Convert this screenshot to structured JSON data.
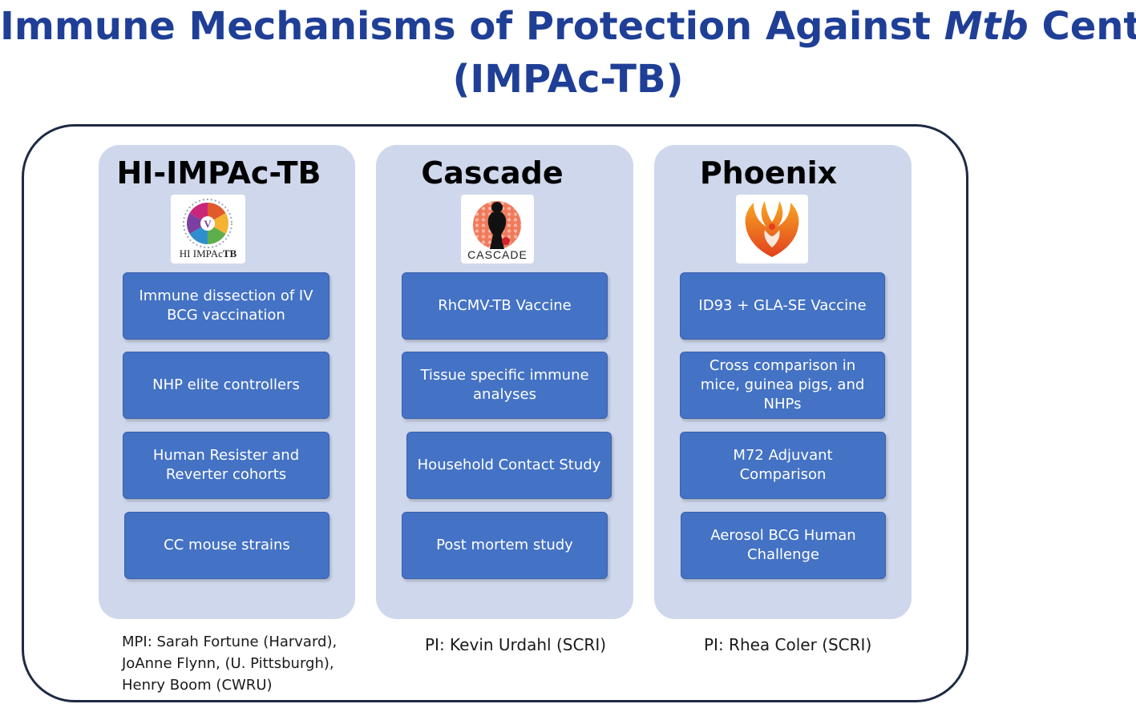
{
  "title": {
    "line1_prefix": "Immune Mechanisms of Protection Against ",
    "line1_italic": "Mtb",
    "line1_suffix": " Center",
    "line2": "(IMPAc-TB)"
  },
  "panels": [
    {
      "title": "HI-IMPAc-TB",
      "logo_text_prefix": "HI IMPAc",
      "logo_text_bold": "TB",
      "logo_icon": "hi-impac-tb-logo-icon",
      "boxes": [
        "Immune dissection of IV BCG vaccination",
        "NHP elite controllers",
        "Human Resister and Reverter cohorts",
        "CC mouse strains"
      ],
      "pi_lines": [
        "MPI: Sarah Fortune (Harvard),",
        "JoAnne Flynn, (U. Pittsburgh),",
        "Henry Boom (CWRU)"
      ]
    },
    {
      "title": "Cascade",
      "logo_text": "CASCADE",
      "logo_icon": "cascade-logo-icon",
      "boxes": [
        "RhCMV-TB Vaccine",
        "Tissue specific immune analyses",
        "Household Contact Study",
        "Post mortem study"
      ],
      "pi": "PI: Kevin Urdahl (SCRI)"
    },
    {
      "title": "Phoenix",
      "logo_icon": "phoenix-logo-icon",
      "boxes": [
        "ID93 + GLA-SE Vaccine",
        "Cross comparison in mice, guinea pigs, and NHPs",
        "M72 Adjuvant Comparison",
        "Aerosol BCG Human Challenge"
      ],
      "pi": "PI: Rhea Coler (SCRI)"
    }
  ],
  "colors": {
    "title": "#1f3f97",
    "outer_border": "#1e2a44",
    "panel_bg": "#cfd7ec",
    "box_bg": "#4472c4",
    "box_text": "#ffffff"
  }
}
